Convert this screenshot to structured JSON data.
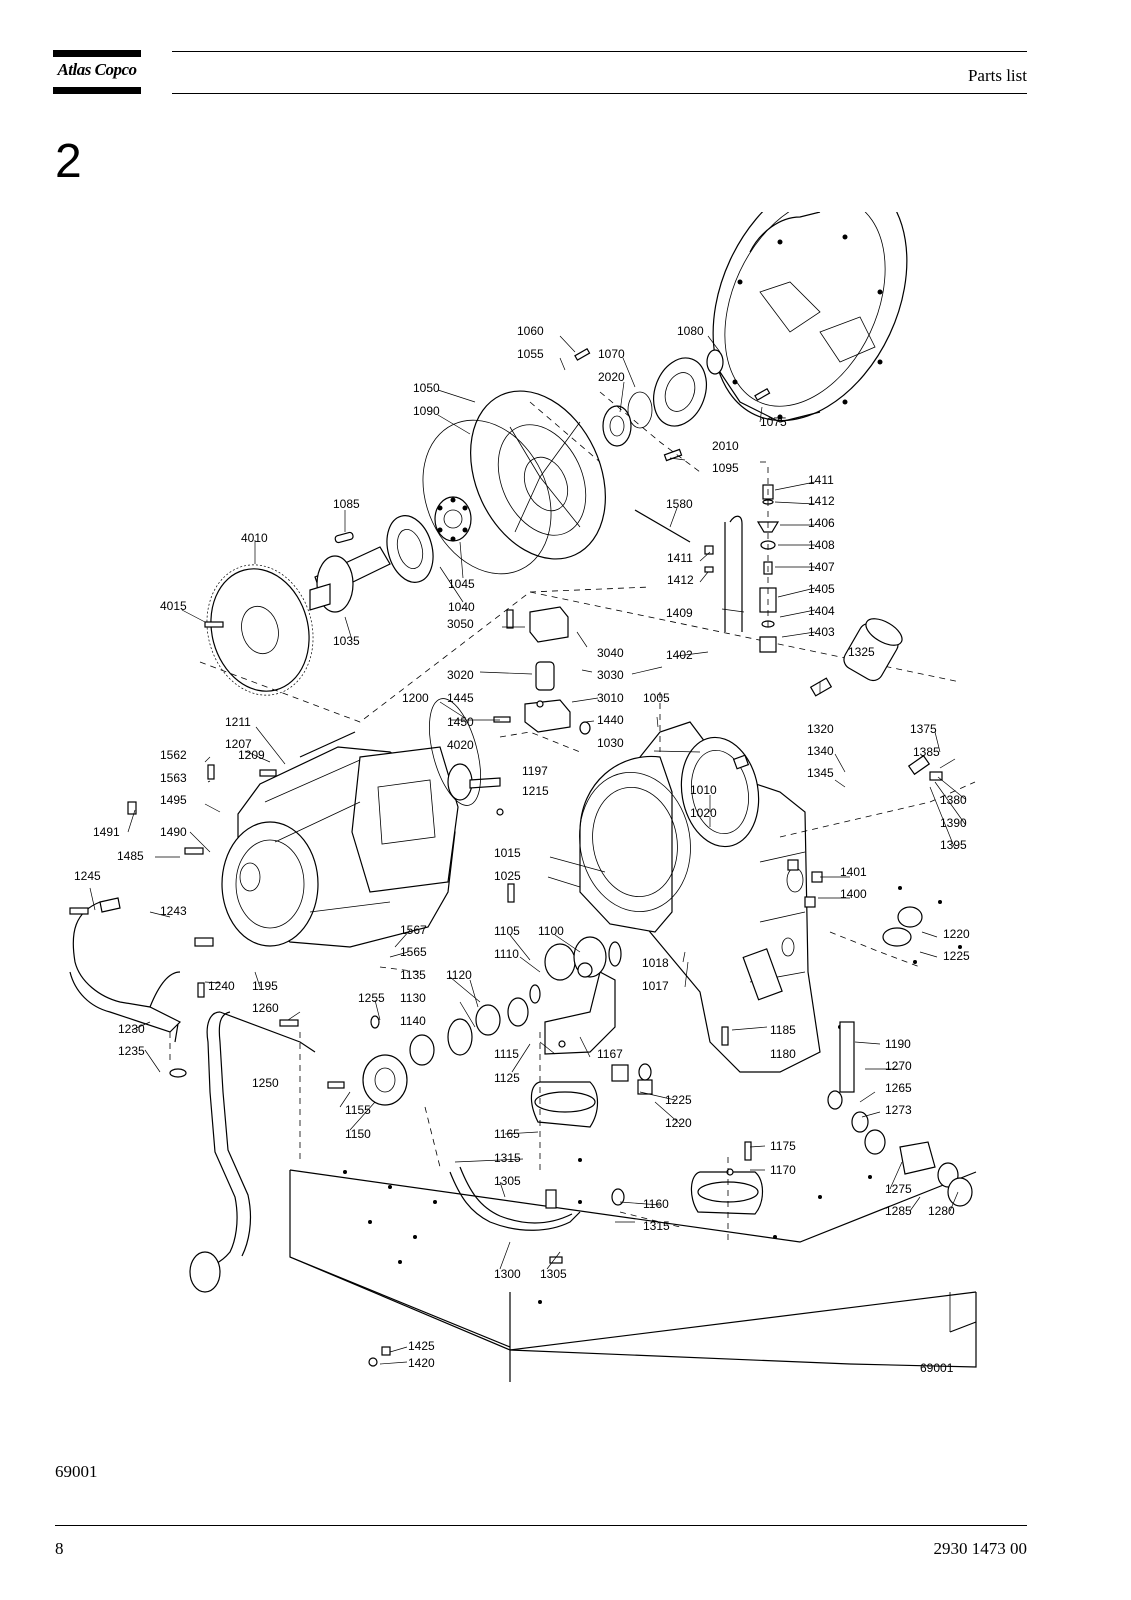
{
  "header": {
    "logo_text": "Atlas Copco",
    "title": "Parts list"
  },
  "section": {
    "number": "2"
  },
  "figure": {
    "code": "69001",
    "drawing_ref": "69001",
    "callouts": [
      "1060",
      "1055",
      "1070",
      "1080",
      "2020",
      "1050",
      "1090",
      "2010",
      "1075",
      "1095",
      "1411",
      "1412",
      "1406",
      "1408",
      "1407",
      "1405",
      "1404",
      "1403",
      "1085",
      "4010",
      "1580",
      "1411",
      "1412",
      "1409",
      "4015",
      "1045",
      "1040",
      "1035",
      "3050",
      "3040",
      "3020",
      "3030",
      "1402",
      "1325",
      "3010",
      "1200",
      "1445",
      "1450",
      "1440",
      "1005",
      "1320",
      "1211",
      "1207",
      "1209",
      "4020",
      "1030",
      "1375",
      "1340",
      "1385",
      "1562",
      "1563",
      "1197",
      "1215",
      "1345",
      "1380",
      "1390",
      "1395",
      "1495",
      "1010",
      "1020",
      "1491",
      "1490",
      "1485",
      "1015",
      "1401",
      "1400",
      "1245",
      "1025",
      "1243",
      "1220",
      "1225",
      "1567",
      "1565",
      "1105",
      "1100",
      "1110",
      "1018",
      "1017",
      "1240",
      "1195",
      "1135",
      "1120",
      "1255",
      "1130",
      "1260",
      "1140",
      "1185",
      "1190",
      "1230",
      "1235",
      "1250",
      "1115",
      "1167",
      "1180",
      "1270",
      "1265",
      "1125",
      "1225",
      "1273",
      "1155",
      "1220",
      "1150",
      "1165",
      "1175",
      "1170",
      "1315",
      "1275",
      "1305",
      "1160",
      "1285",
      "1280",
      "1315",
      "1300",
      "1305",
      "1425",
      "1420"
    ]
  },
  "footer": {
    "page_number": "8",
    "document_number": "2930 1473 00"
  }
}
